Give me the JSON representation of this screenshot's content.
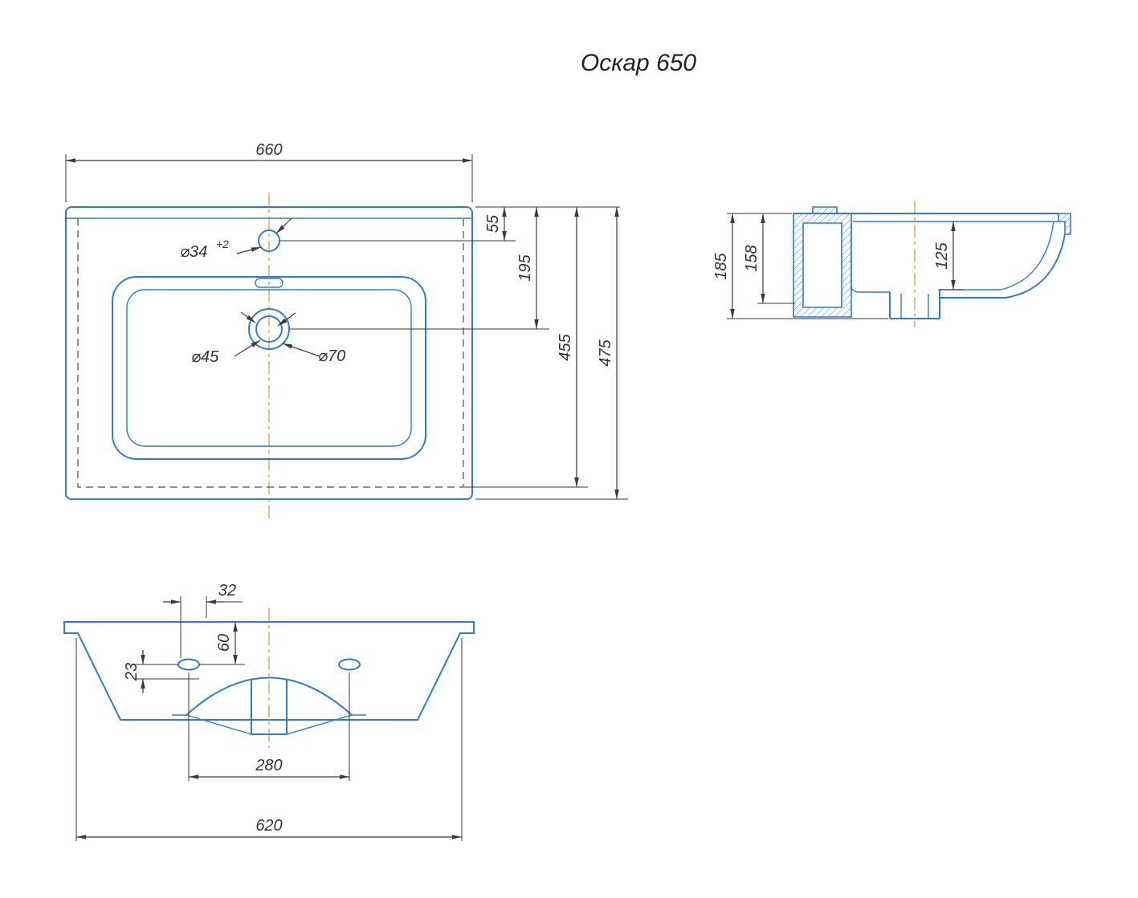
{
  "title": "Оскар 650",
  "colors": {
    "drawing_blue": "#2e7cd6",
    "dimension_dark": "#3a3a3a",
    "centerline_orange": "#e3a44c",
    "background": "#ffffff"
  },
  "top_view": {
    "width": "660",
    "faucet_hole_dia": "⌀34",
    "faucet_hole_tolerance": "+2",
    "faucet_offset": "55",
    "drain_offset": "195",
    "inner_depth": "455",
    "overall_depth": "475",
    "drain_hole_dia": "⌀45",
    "drain_recess_dia": "⌀70"
  },
  "side_view": {
    "overall_height": "185",
    "bowl_height": "158",
    "bowl_depth": "125"
  },
  "front_view": {
    "hole_offset": "32",
    "hole_top_offset": "60",
    "hole_drop": "23",
    "holes_spacing": "280",
    "base_width": "620"
  }
}
